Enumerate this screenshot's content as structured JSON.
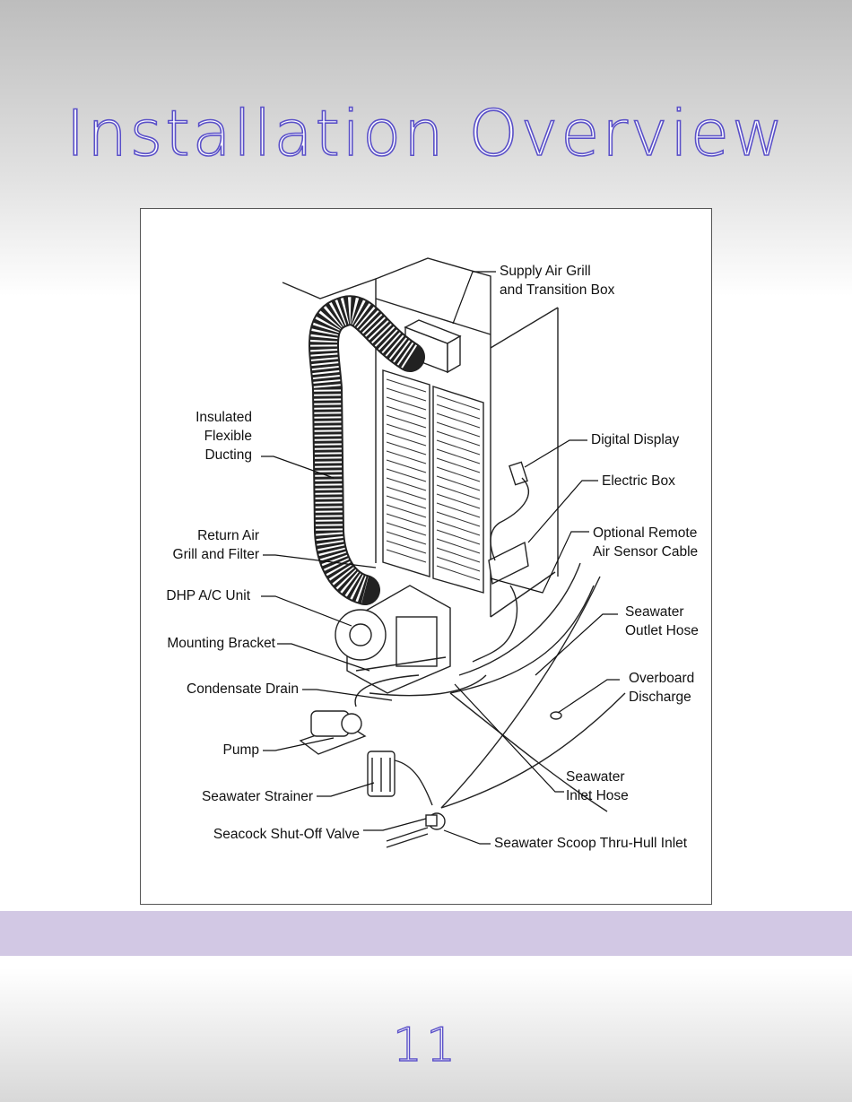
{
  "page": {
    "title": "Installation Overview",
    "page_number": "11"
  },
  "diagram": {
    "labels": {
      "supply_air_grill_1": "Supply Air Grill",
      "supply_air_grill_2": "and Transition Box",
      "insulated_1": "Insulated",
      "insulated_2": "Flexible",
      "insulated_3": "Ducting",
      "digital_display": "Digital Display",
      "electric_box": "Electric Box",
      "optional_remote_1": "Optional Remote",
      "optional_remote_2": "Air Sensor Cable",
      "return_air_1": "Return Air",
      "return_air_2": "Grill and Filter",
      "dhp_unit": "DHP A/C Unit",
      "seawater_outlet_1": "Seawater",
      "seawater_outlet_2": "Outlet Hose",
      "mounting_bracket": "Mounting Bracket",
      "overboard_1": "Overboard",
      "overboard_2": "Discharge",
      "condensate_drain": "Condensate Drain",
      "pump": "Pump",
      "seawater_inlet_1": "Seawater",
      "seawater_inlet_2": "Inlet Hose",
      "seawater_strainer": "Seawater Strainer",
      "seacock": "Seacock Shut-Off Valve",
      "scoop": "Seawater Scoop Thru-Hull Inlet"
    }
  }
}
